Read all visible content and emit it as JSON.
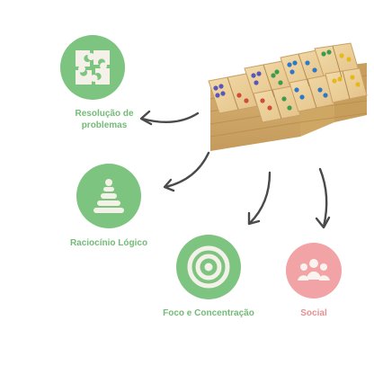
{
  "benefits": [
    {
      "label_line1": "Resolução de",
      "label_line2": "problemas",
      "icon": "puzzle-icon",
      "color": "#7cc47f"
    },
    {
      "label": "Raciocínio Lógico",
      "icon": "ring-stack-icon",
      "color": "#7cc47f"
    },
    {
      "label": "Foco e Concentração",
      "icon": "target-icon",
      "color": "#7cc47f"
    },
    {
      "label": "Social",
      "icon": "group-icon",
      "color": "#f1a3a6"
    }
  ],
  "image": {
    "subject": "wooden-dominoes",
    "pip_colors": [
      "#5b57b8",
      "#d24a3a",
      "#3f9b4c",
      "#2e78c8",
      "#e6b81c"
    ]
  },
  "colors": {
    "accent_green": "#7cc47f",
    "accent_pink": "#f1a3a6",
    "arrow": "#4a4a4a"
  }
}
